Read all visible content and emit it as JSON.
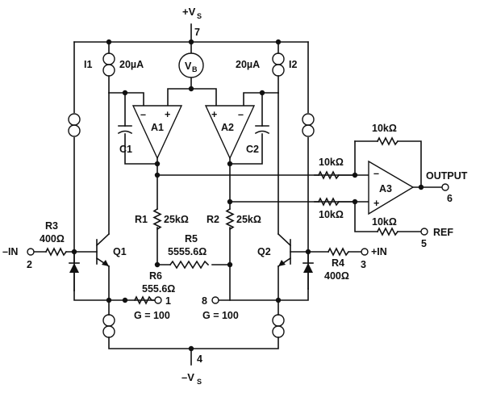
{
  "supply": {
    "pos_label": "+V",
    "pos_sub": "S",
    "pos_pin": "7",
    "neg_label": "–V",
    "neg_sub": "S",
    "neg_pin": "4"
  },
  "current_sources": {
    "i1_name": "I1",
    "i1_value": "20µA",
    "i2_name": "I2",
    "i2_value": "20µA"
  },
  "vb": {
    "label": "V",
    "sub": "B"
  },
  "amps": {
    "a1": "A1",
    "a2": "A2",
    "a3": "A3",
    "minus": "–",
    "plus": "+"
  },
  "caps": {
    "c1": "C1",
    "c2": "C2"
  },
  "transistors": {
    "q1": "Q1",
    "q2": "Q2"
  },
  "resistors": {
    "r1_name": "R1",
    "r1_value": "25kΩ",
    "r2_name": "R2",
    "r2_value": "25kΩ",
    "r3_name": "R3",
    "r3_value": "400Ω",
    "r4_name": "R4",
    "r4_value": "400Ω",
    "r5_name": "R5",
    "r5_value": "5555.6Ω",
    "r6_name": "R6",
    "r6_value": "555.6Ω",
    "a3_top": "10kΩ",
    "a3_in_top": "10kΩ",
    "a3_in_bottom": "10kΩ",
    "a3_ref": "10kΩ"
  },
  "pins": {
    "neg_in": "–IN",
    "neg_in_pin": "2",
    "pos_in": "+IN",
    "pos_in_pin": "3",
    "output": "OUTPUT",
    "output_pin": "6",
    "ref": "REF",
    "ref_pin": "5",
    "g1_pin": "1",
    "g8_pin": "8",
    "gain_left": "G = 100",
    "gain_right": "G = 100"
  }
}
